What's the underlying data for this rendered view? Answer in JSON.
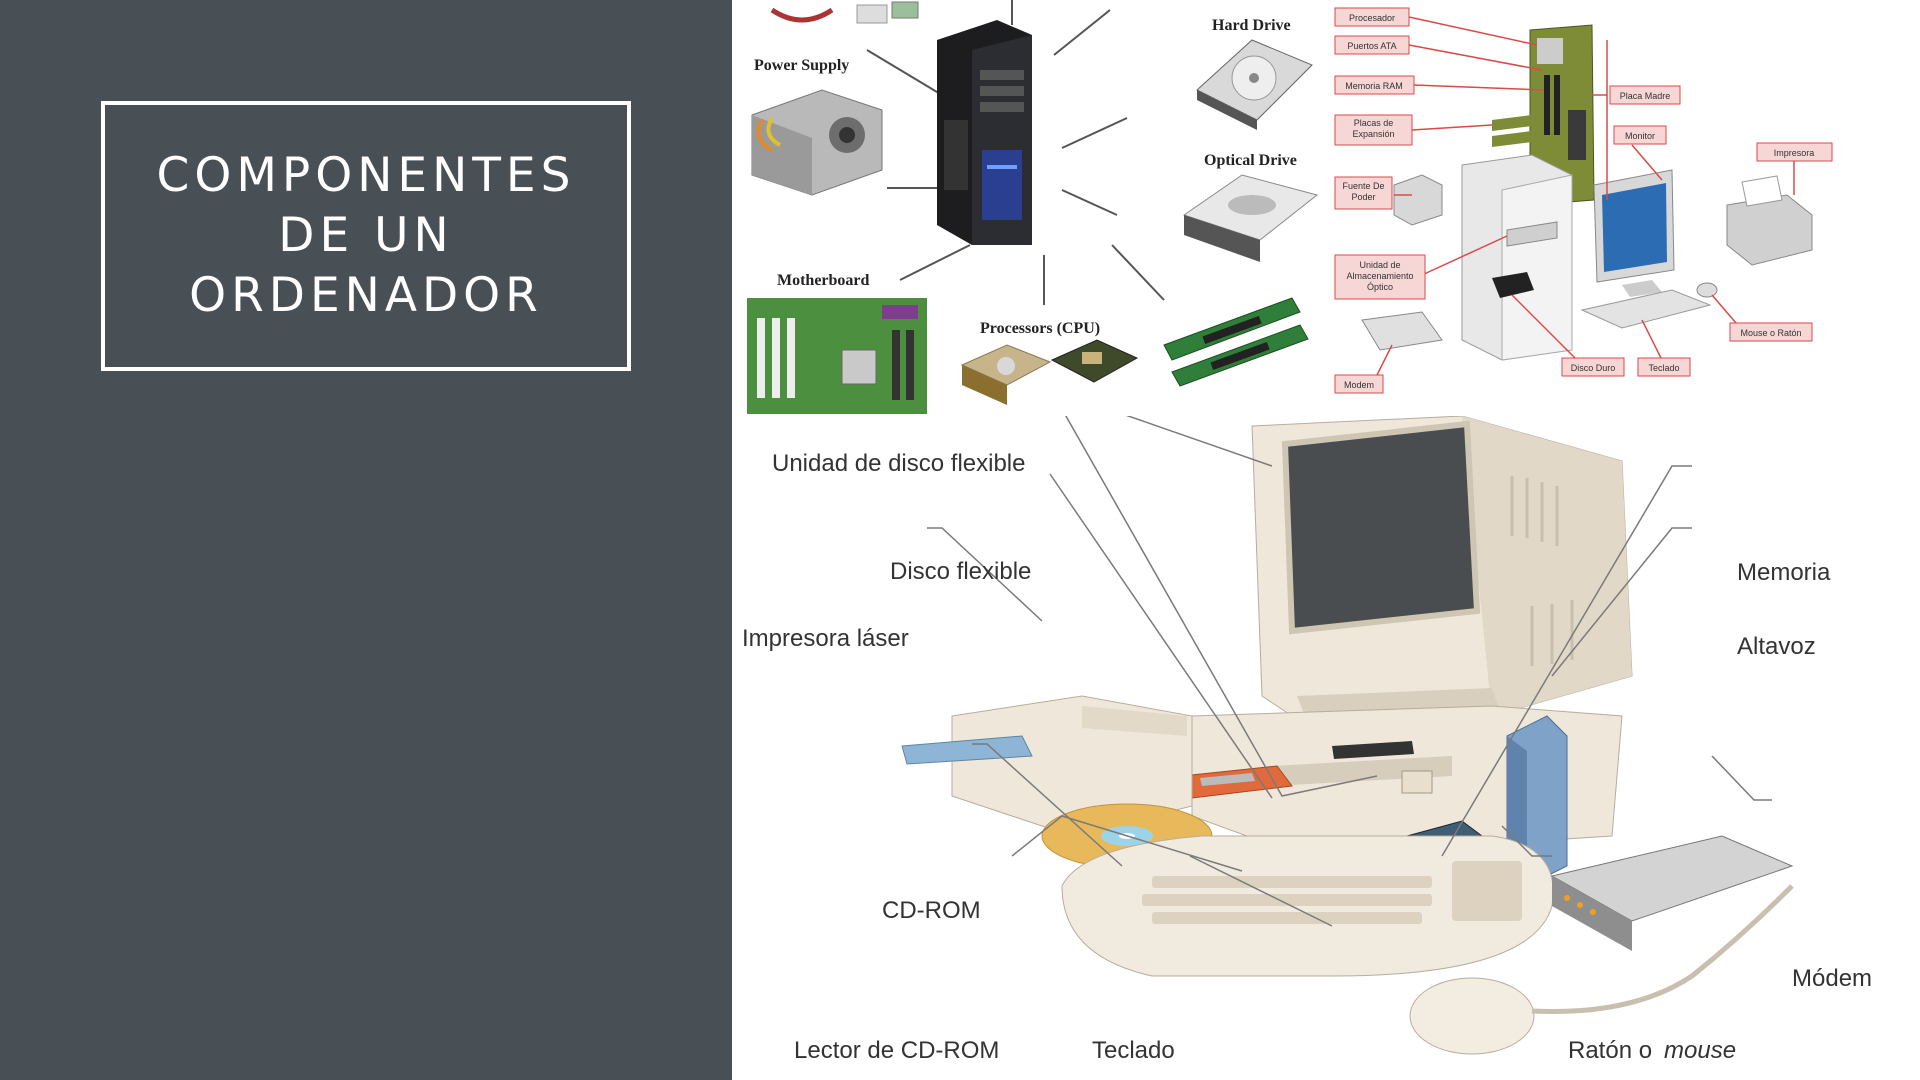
{
  "slide": {
    "title_lines": [
      "COMPONENTES",
      "DE UN",
      "ORDENADOR"
    ],
    "colors": {
      "background": "#495055",
      "title_text": "#ffffff",
      "box_border": "#ffffff"
    }
  },
  "photo_collage": {
    "labels": {
      "power_supply": "Power Supply",
      "hard_drive": "Hard Drive",
      "optical_drive": "Optical Drive",
      "motherboard": "Motherboard",
      "processors": "Processors (CPU)"
    }
  },
  "diagram_pink": {
    "labels": {
      "procesador": "Procesador",
      "puertos_ata": "Puertos ATA",
      "memoria_ram": "Memoria RAM",
      "placas_expansion": "Placas de Expansión",
      "fuente_poder": "Fuente De Poder",
      "unidad_optico": "Unidad de Almacenamiento Óptico",
      "modem": "Modem",
      "placa_madre": "Placa Madre",
      "monitor": "Monitor",
      "impresora": "Impresora",
      "mouse_raton": "Mouse o Ratón",
      "disco_duro": "Disco Duro",
      "teclado": "Teclado"
    },
    "colors": {
      "label_fill": "#f7d6d6",
      "label_border": "#d94a4a",
      "arrow": "#d94a4a"
    }
  },
  "illustration": {
    "labels": {
      "unidad_disco_flexible": "Unidad de disco flexible",
      "disco_flexible": "Disco flexible",
      "impresora_laser": "Impresora láser",
      "cd_rom": "CD-ROM",
      "lector_cd_rom": "Lector de CD-ROM",
      "teclado": "Teclado",
      "memoria": "Memoria",
      "altavoz": "Altavoz",
      "modem": "Módem",
      "raton_prefix": "Ratón o",
      "raton_mouse": "mouse"
    }
  }
}
